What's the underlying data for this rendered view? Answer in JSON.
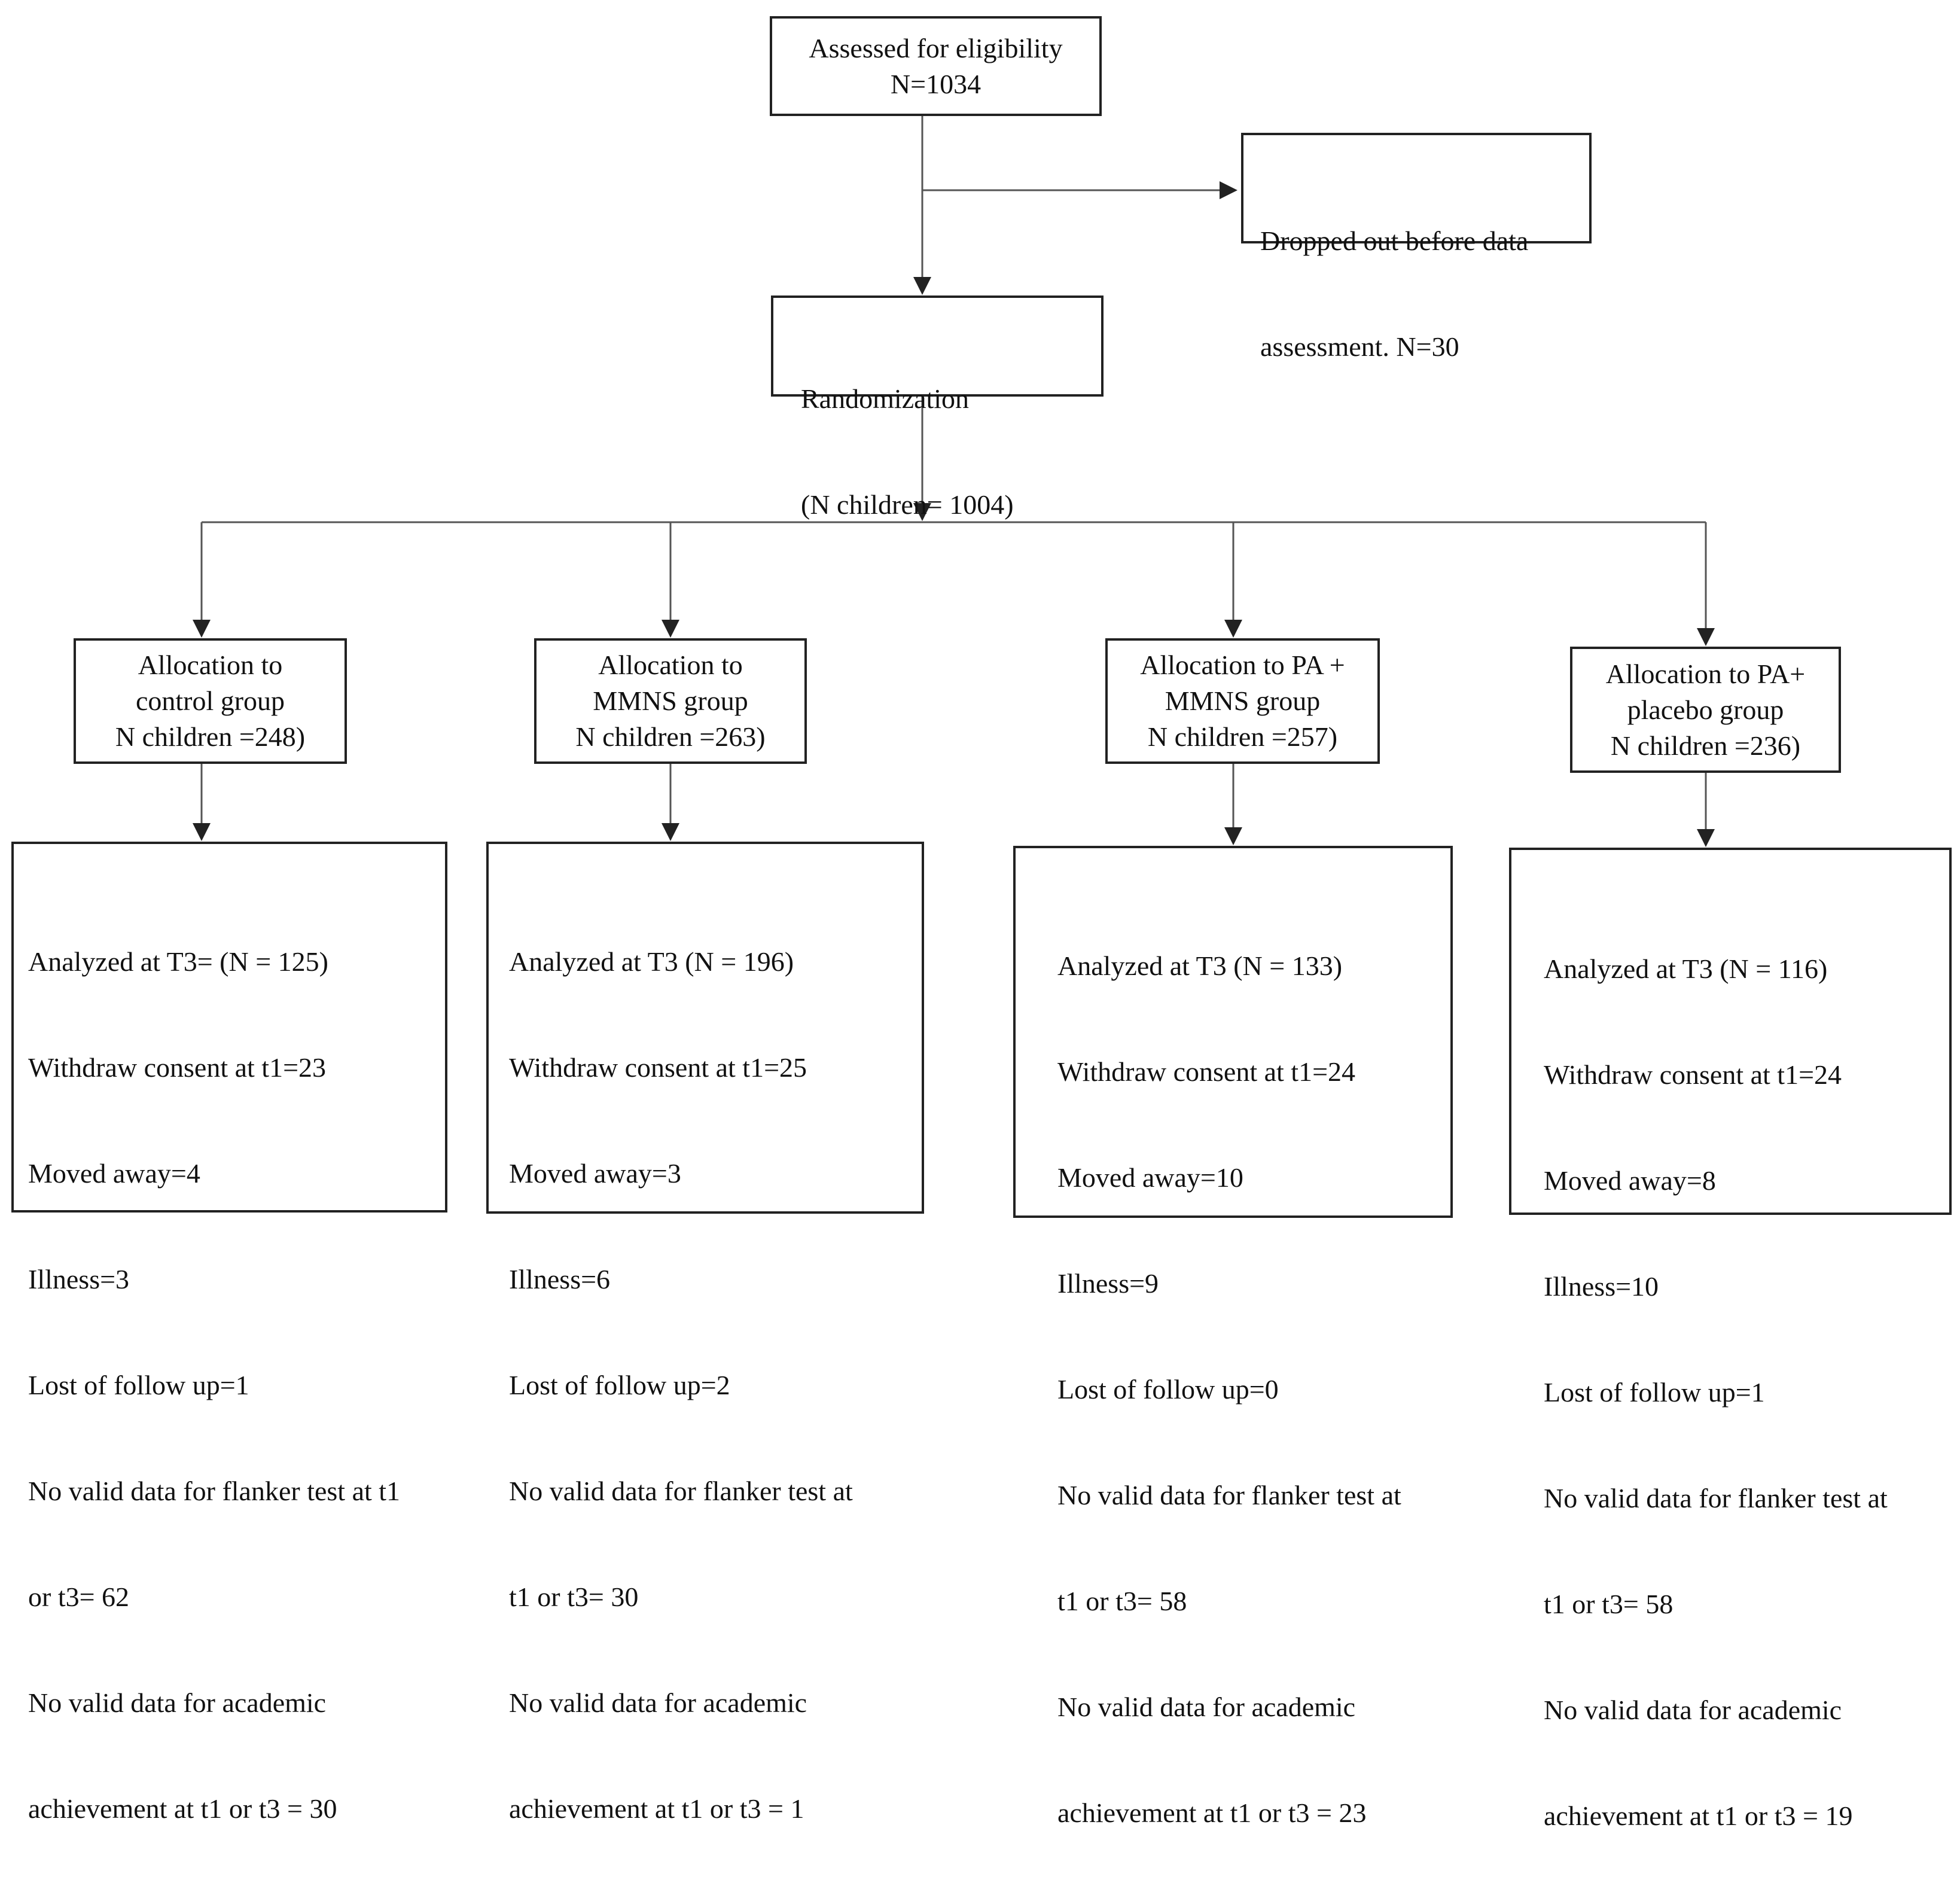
{
  "assessed": {
    "line1": "Assessed for eligibility",
    "line2": "N=1034"
  },
  "dropped": {
    "line1": "Dropped out  before data",
    "line2": "assessment. N=30"
  },
  "randomization": {
    "line1": "Randomization",
    "line2": "(N children= 1004)"
  },
  "groups": [
    {
      "alloc": [
        "Allocation to",
        "control group",
        "N children =248)"
      ],
      "analysis": [
        "Analyzed at T3=  (N = 125)",
        "Withdraw consent at t1=23",
        "Moved away=4",
        "Illness=3",
        "Lost of follow up=1",
        "No valid data for flanker test at t1",
        "or t3= 62",
        "No valid data for academic",
        "achievement at t1 or t3 = 30"
      ]
    },
    {
      "alloc": [
        "Allocation to",
        "MMNS group",
        "N children =263)"
      ],
      "analysis": [
        "Analyzed at T3 (N = 196)",
        "Withdraw consent at t1=25",
        "Moved away=3",
        "Illness=6",
        "Lost of follow up=2",
        "No valid data for flanker test at",
        "t1 or t3= 30",
        "No valid data for academic",
        "achievement at t1 or t3 = 1"
      ]
    },
    {
      "alloc": [
        "Allocation to PA +",
        "MMNS group",
        "N children =257)"
      ],
      "analysis": [
        "Analyzed at T3  (N = 133)",
        "Withdraw consent at t1=24",
        "Moved away=10",
        "Illness=9",
        "Lost of follow up=0",
        "No valid data for flanker test at",
        "t1  or t3= 58",
        "No valid data for academic",
        "achievement at t1  or t3 = 23"
      ]
    },
    {
      "alloc": [
        "Allocation to PA+",
        "placebo group",
        "N children =236)"
      ],
      "analysis": [
        "Analyzed at T3  (N = 116)",
        "Withdraw consent at t1=24",
        "Moved away=8",
        "Illness=10",
        "Lost of follow up=1",
        "No valid data for flanker test at",
        "t1  or t3= 58",
        "No valid data for academic",
        "achievement at t1  or t3 = 19"
      ]
    }
  ]
}
